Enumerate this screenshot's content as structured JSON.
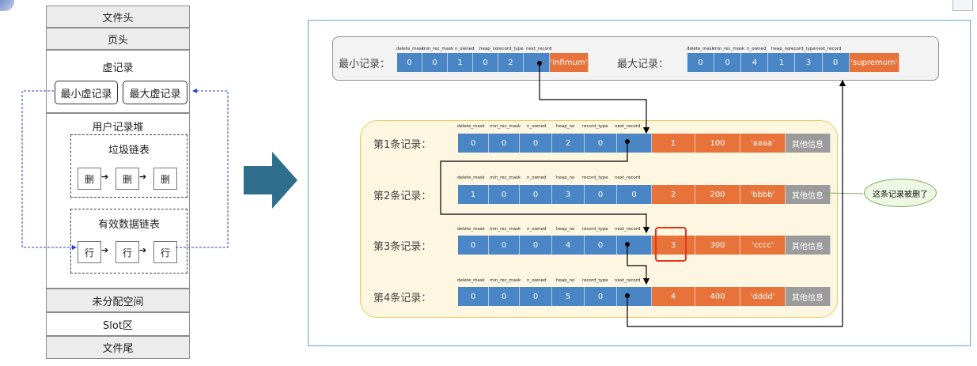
{
  "left_structure": {
    "file_header": "文件头",
    "page_header": "页头",
    "virtual_records_title": "虚记录",
    "min_virtual_record": "最小虚记录",
    "max_virtual_record": "最大虚记录",
    "user_heap_title": "用户记录堆",
    "garbage_list_title": "垃圾链表",
    "garbage_cells": [
      "删",
      "删",
      "删"
    ],
    "valid_list_title": "有效数据链表",
    "valid_cells": [
      "行",
      "行",
      "行"
    ],
    "free_space": "未分配空间",
    "slot_area": "Slot区",
    "file_trailer": "文件尾"
  },
  "field_headers": [
    "delete_mask",
    "min_rec_mask",
    "n_owned",
    "heap_no",
    "record_type",
    "next_record"
  ],
  "min_record": {
    "label": "最小记录：",
    "values": [
      "0",
      "0",
      "1",
      "0",
      "2",
      ""
    ],
    "data": "'infimum'"
  },
  "max_record": {
    "label": "最大记录：",
    "values": [
      "0",
      "0",
      "4",
      "1",
      "3",
      "0"
    ],
    "data": "'supremum'"
  },
  "records": [
    {
      "label": "第1条记录：",
      "values": [
        "0",
        "0",
        "0",
        "2",
        "0",
        ""
      ],
      "data": [
        "1",
        "100",
        "'aaaa'",
        "其他信息"
      ]
    },
    {
      "label": "第2条记录：",
      "values": [
        "1",
        "0",
        "0",
        "3",
        "0",
        "0"
      ],
      "data": [
        "2",
        "200",
        "'bbbb'",
        "其他信息"
      ]
    },
    {
      "label": "第3条记录：",
      "values": [
        "0",
        "0",
        "0",
        "4",
        "0",
        ""
      ],
      "data": [
        "3",
        "300",
        "'cccc'",
        "其他信息"
      ]
    },
    {
      "label": "第4条记录：",
      "values": [
        "0",
        "0",
        "0",
        "5",
        "0",
        ""
      ],
      "data": [
        "4",
        "400",
        "'dddd'",
        "其他信息"
      ]
    }
  ],
  "callout": "这条记录被删了",
  "colors": {
    "blue": "#4a86c5",
    "orange": "#e8733a",
    "grey": "#9b9b9b",
    "heap_bg": "#fdf6e1",
    "highlight": "#e5331f",
    "arrow_fill": "#2f6e8c"
  }
}
